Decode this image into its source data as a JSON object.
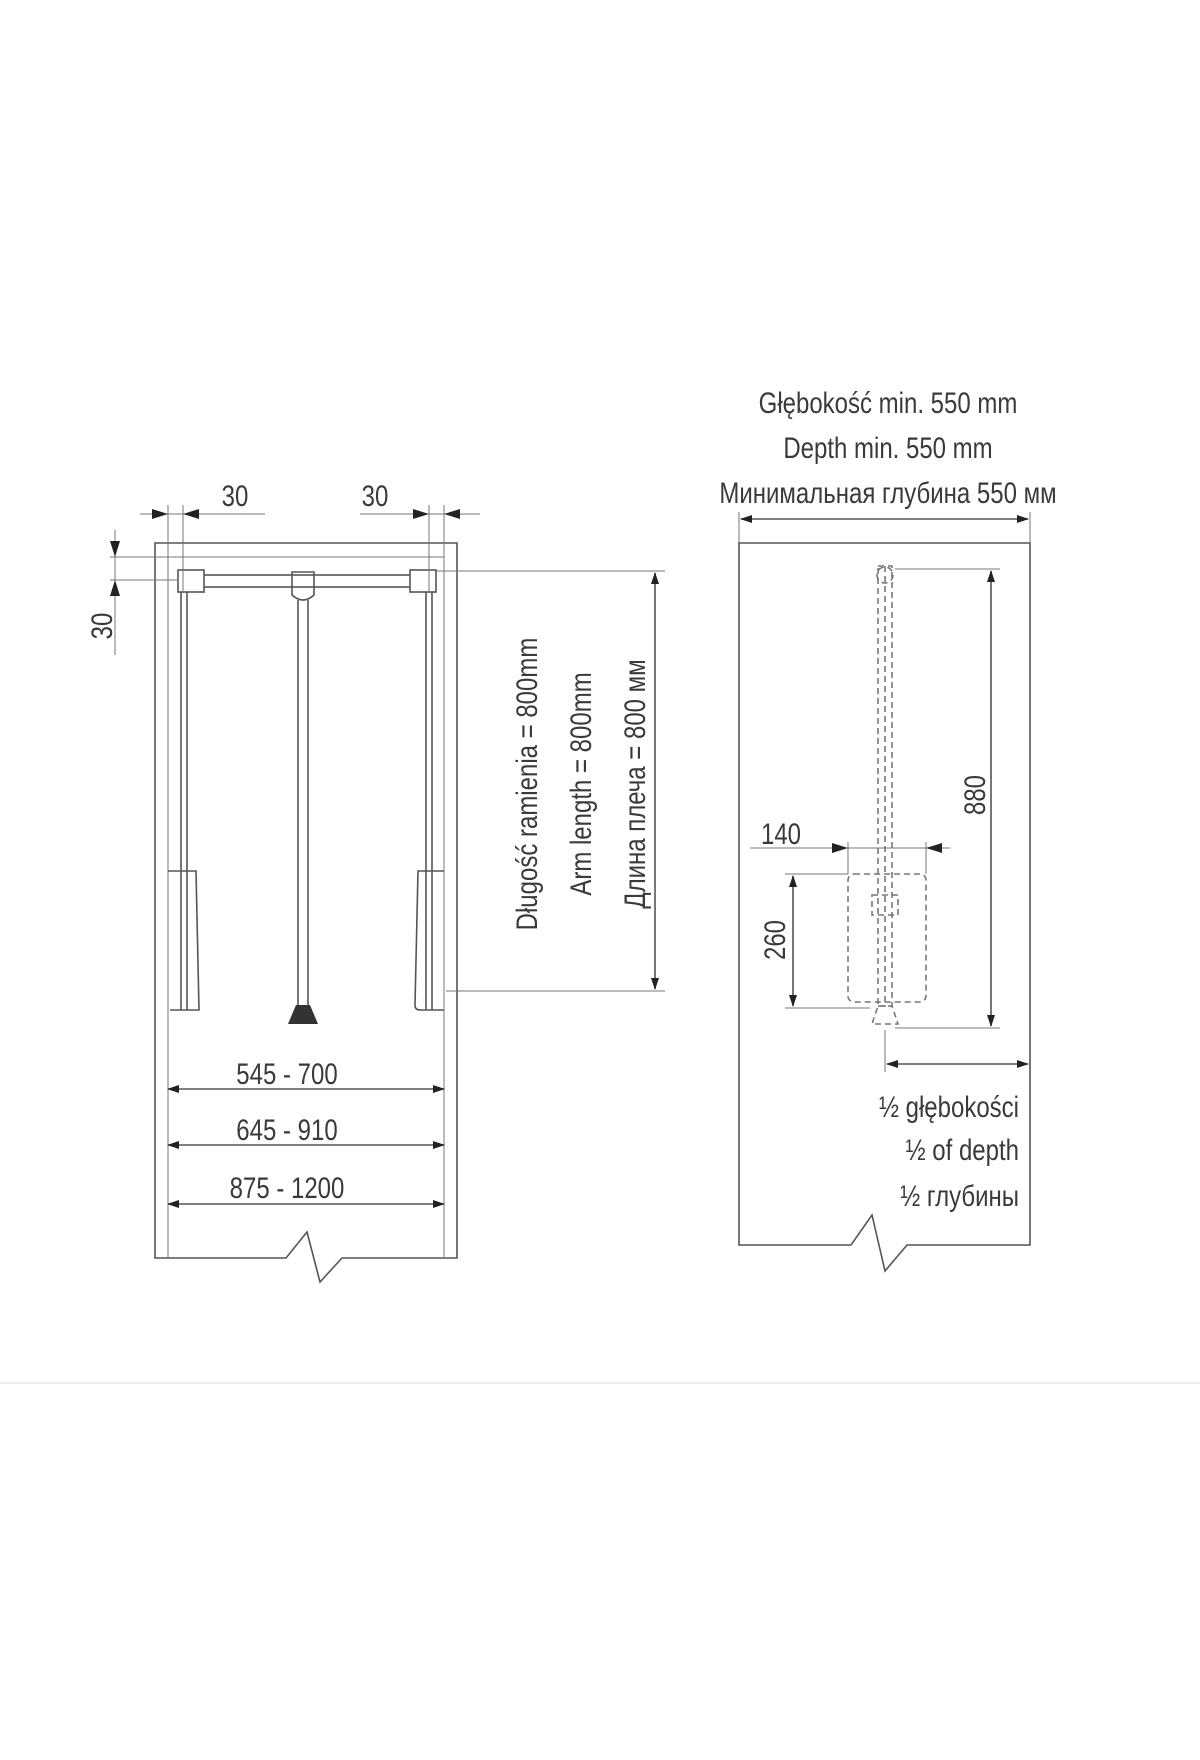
{
  "front_view": {
    "top_offset_left": "30",
    "top_offset_right": "30",
    "side_offset": "30",
    "arm_length": [
      "Długość ramienia = 800mm",
      "Arm length = 800mm",
      "Длина плеча = 800 мм"
    ],
    "width_ranges": [
      "545 - 700",
      "645 - 910",
      "875 - 1200"
    ]
  },
  "side_view": {
    "depth_labels": [
      "Głębokość min. 550 mm",
      "Depth min. 550 mm",
      "Минимальная глубина 550 мм"
    ],
    "height_880": "880",
    "width_140": "140",
    "height_260": "260",
    "half_depth_labels": [
      "½ głębokości",
      "½ of depth",
      "½ глубины"
    ]
  }
}
